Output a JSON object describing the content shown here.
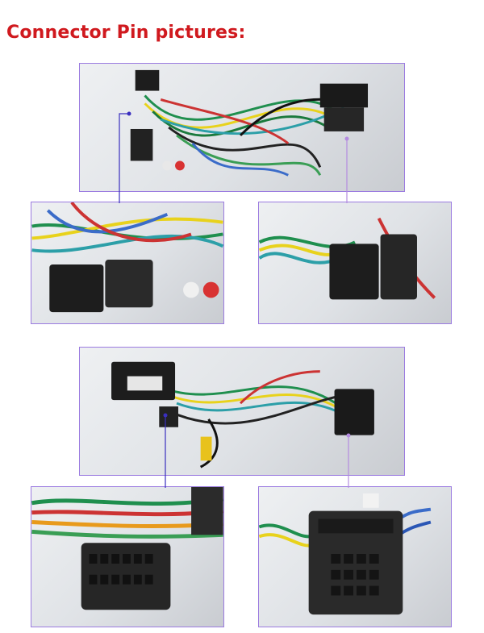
{
  "header": {
    "title": "Connector Pin pictures:"
  },
  "colors": {
    "title": "#d0191e",
    "frame": "#9b7be0",
    "pointer_line_left": "#3a2fbf",
    "pointer_line_right": "#b48be0"
  },
  "photos": [
    {
      "subject": "wiring-harness-top"
    },
    {
      "subject": "pin-connector-16-closeup"
    },
    {
      "subject": "iso-connector-closeup"
    },
    {
      "subject": "wiring-harness-canbus-box"
    },
    {
      "subject": "pin-connector-20-closeup"
    },
    {
      "subject": "vehicle-connector-closeup"
    }
  ]
}
